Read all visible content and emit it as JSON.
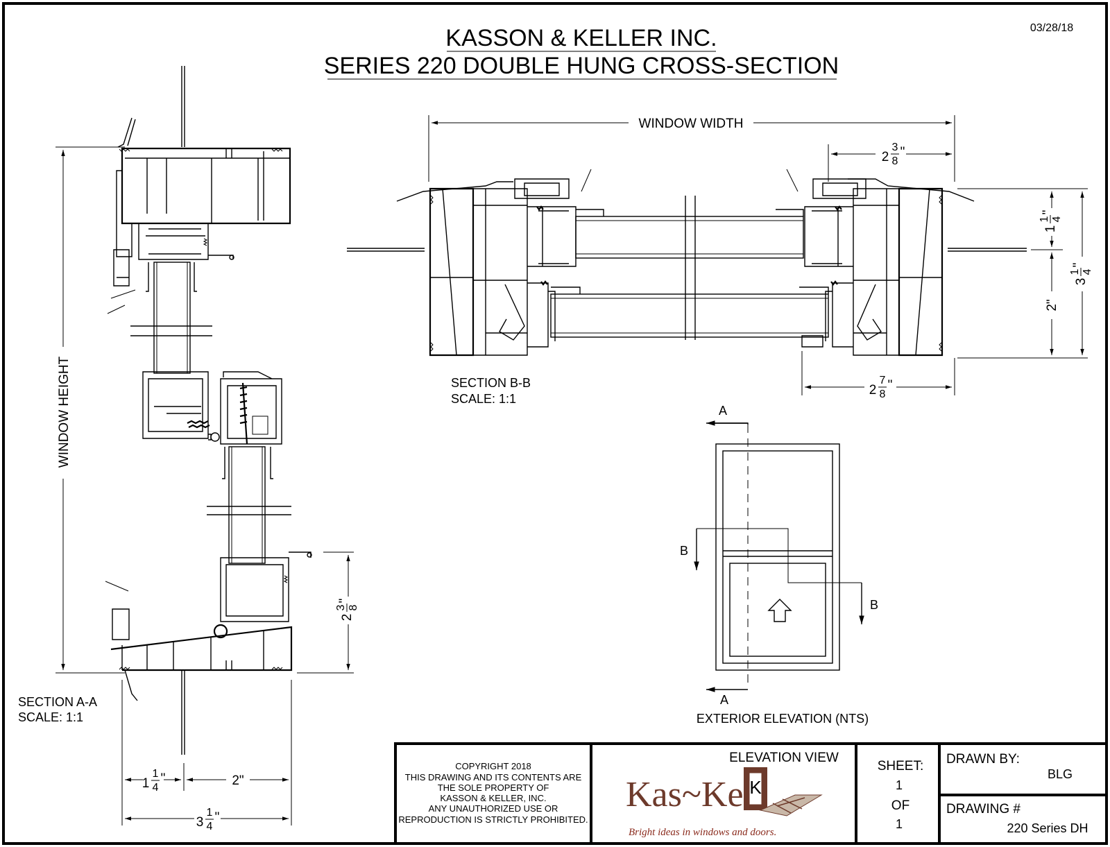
{
  "date": "03/28/18",
  "title": {
    "line1": "KASSON & KELLER INC.",
    "line2": "SERIES 220 DOUBLE HUNG CROSS-SECTION"
  },
  "section_aa": {
    "label": "SECTION A-A",
    "scale": "SCALE: 1:1",
    "dim_height": "WINDOW HEIGHT",
    "dim_sill": {
      "whole": "2",
      "num": "3",
      "den": "8",
      "unit": "\""
    },
    "dim_left": {
      "whole": "1",
      "num": "1",
      "den": "4",
      "unit": "\""
    },
    "dim_mid": "2\"",
    "dim_total": {
      "whole": "3",
      "num": "1",
      "den": "4",
      "unit": "\""
    }
  },
  "section_bb": {
    "label": "SECTION B-B",
    "scale": "SCALE: 1:1",
    "dim_width": "WINDOW WIDTH",
    "dim_top": {
      "whole": "2",
      "num": "3",
      "den": "8",
      "unit": "\""
    },
    "dim_bottom": {
      "whole": "2",
      "num": "7",
      "den": "8",
      "unit": "\""
    },
    "dim_r1": {
      "whole": "1",
      "num": "1",
      "den": "4",
      "unit": "\""
    },
    "dim_r2": "2\"",
    "dim_r3": {
      "whole": "3",
      "num": "1",
      "den": "4",
      "unit": "\""
    }
  },
  "elevation": {
    "label": "EXTERIOR ELEVATION (NTS)",
    "marker_a": "A",
    "marker_b": "B"
  },
  "title_block": {
    "copyright": [
      "COPYRIGHT 2018",
      "THIS DRAWING AND ITS CONTENTS ARE",
      "THE SOLE PROPERTY OF",
      "KASSON & KELLER, INC.",
      "ANY UNAUTHORIZED USE OR",
      "REPRODUCTION IS STRICTLY PROHIBITED."
    ],
    "view": "ELEVATION VIEW",
    "logo_text": "Kas~Kel",
    "logo_mark": "K",
    "tagline": "Bright ideas in windows and doors.",
    "sheet_label": "SHEET:",
    "sheet_num": "1",
    "sheet_of": "OF",
    "sheet_total": "1",
    "drawn_by_label": "DRAWN BY:",
    "drawn_by": "BLG",
    "drawing_no_label": "DRAWING #",
    "drawing_no": "220 Series DH"
  }
}
